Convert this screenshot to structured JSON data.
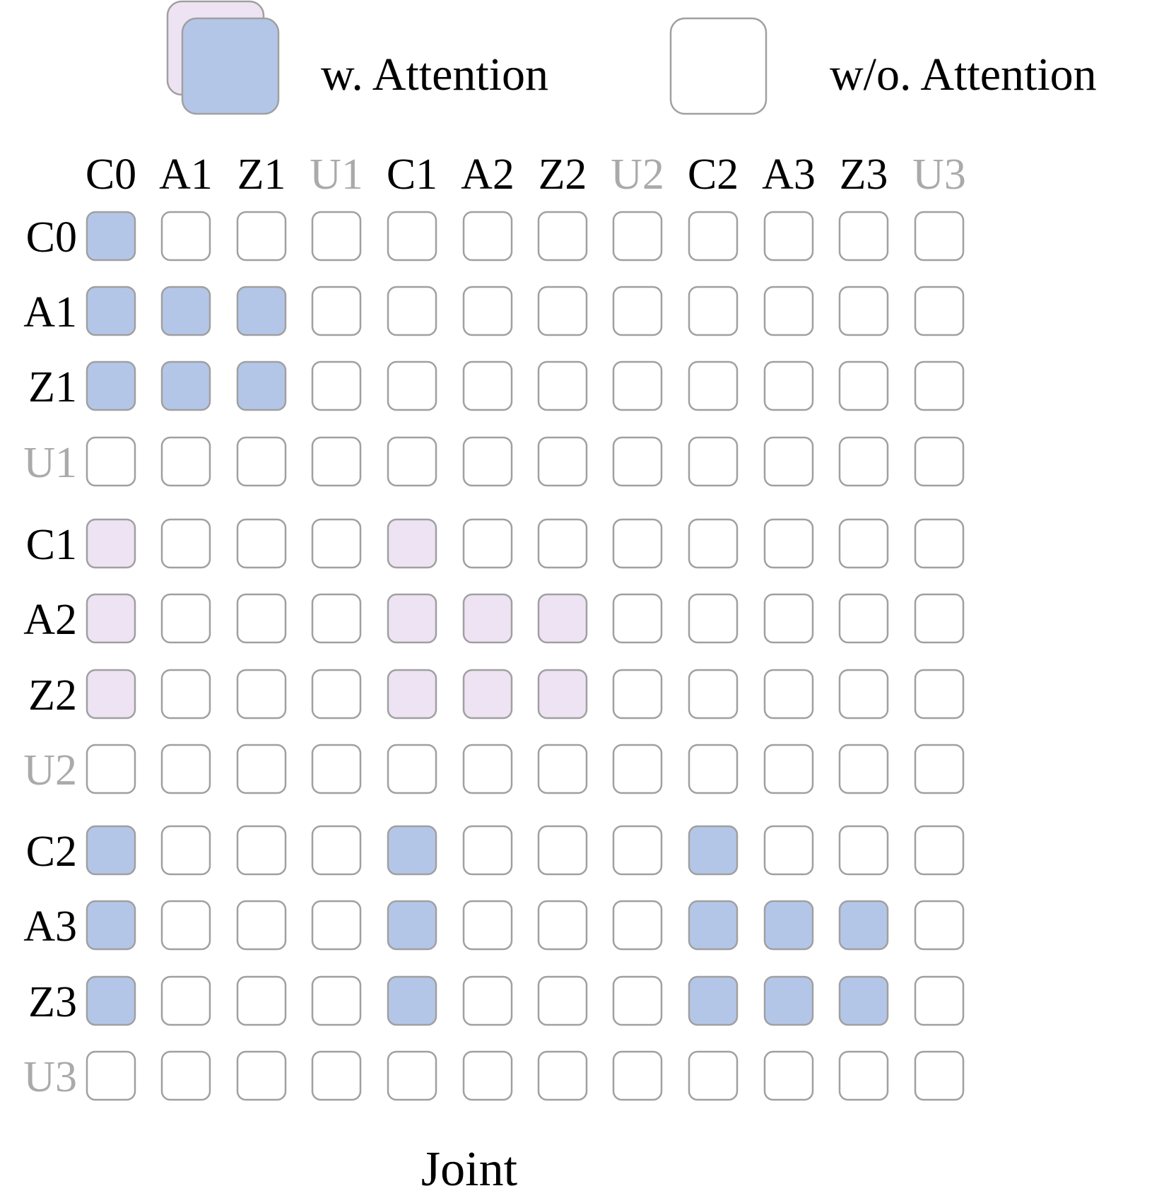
{
  "legend": {
    "with_label": "w. Attention",
    "without_label": "w/o. Attention"
  },
  "columns": [
    {
      "label": "C0",
      "muted": false
    },
    {
      "label": "A1",
      "muted": false
    },
    {
      "label": "Z1",
      "muted": false
    },
    {
      "label": "U1",
      "muted": true
    },
    {
      "label": "C1",
      "muted": false
    },
    {
      "label": "A2",
      "muted": false
    },
    {
      "label": "Z2",
      "muted": false
    },
    {
      "label": "U2",
      "muted": true
    },
    {
      "label": "C2",
      "muted": false
    },
    {
      "label": "A3",
      "muted": false
    },
    {
      "label": "Z3",
      "muted": false
    },
    {
      "label": "U3",
      "muted": true
    }
  ],
  "rows": [
    {
      "label": "C0",
      "muted": false,
      "cells": "B..........."
    },
    {
      "label": "A1",
      "muted": false,
      "cells": "BBB........."
    },
    {
      "label": "Z1",
      "muted": false,
      "cells": "BBB........."
    },
    {
      "label": "U1",
      "muted": true,
      "cells": "............"
    },
    {
      "label": "C1",
      "muted": false,
      "cells": "P...P......."
    },
    {
      "label": "A2",
      "muted": false,
      "cells": "P...PPP....."
    },
    {
      "label": "Z2",
      "muted": false,
      "cells": "P...PPP....."
    },
    {
      "label": "U2",
      "muted": true,
      "cells": "............"
    },
    {
      "label": "C2",
      "muted": false,
      "cells": "B...B...B..."
    },
    {
      "label": "A3",
      "muted": false,
      "cells": "B...B...BBB."
    },
    {
      "label": "Z3",
      "muted": false,
      "cells": "B...B...BBB."
    },
    {
      "label": "U3",
      "muted": true,
      "cells": "............"
    }
  ],
  "cell_legend": {
    "B": "attention-blue",
    "P": "attention-purple",
    ".": "no-attention"
  },
  "colors": {
    "blue_fill": "#b4c6e8",
    "purple_fill": "#eee3f3",
    "empty_fill": "#ffffff",
    "border": "#a0a0a0",
    "label": "#000000",
    "muted_label": "#aaaaaa"
  },
  "caption": "Joint"
}
